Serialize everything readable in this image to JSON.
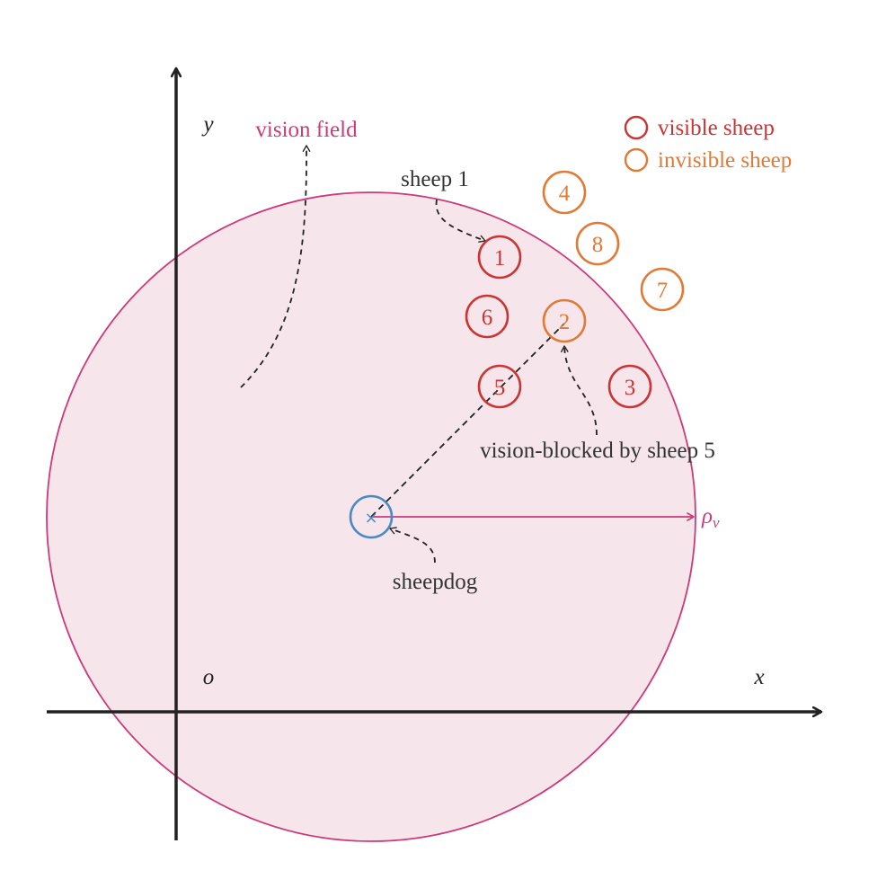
{
  "colors": {
    "visible": "#cc3333",
    "invisible": "#e07a35",
    "field_stroke": "#cc3a7a",
    "field_fill": "#f6e6ec",
    "dog": "#4a8ac4",
    "axis": "#222222",
    "text": "#333333"
  },
  "axes": {
    "x_label": "x",
    "y_label": "y",
    "origin_label": "o"
  },
  "labels": {
    "vision_field": "vision field",
    "sheep1": "sheep 1",
    "blocked": "vision-blocked by sheep 5",
    "sheepdog": "sheepdog",
    "rho": "ρ",
    "rho_sub": "v"
  },
  "legend": [
    {
      "label": "visible sheep",
      "status": "visible"
    },
    {
      "label": "invisible sheep",
      "status": "invisible"
    }
  ],
  "sheep": [
    {
      "id": "1",
      "status": "visible"
    },
    {
      "id": "2",
      "status": "invisible"
    },
    {
      "id": "3",
      "status": "visible"
    },
    {
      "id": "4",
      "status": "invisible"
    },
    {
      "id": "5",
      "status": "visible"
    },
    {
      "id": "6",
      "status": "visible"
    },
    {
      "id": "7",
      "status": "invisible"
    },
    {
      "id": "8",
      "status": "invisible"
    }
  ]
}
